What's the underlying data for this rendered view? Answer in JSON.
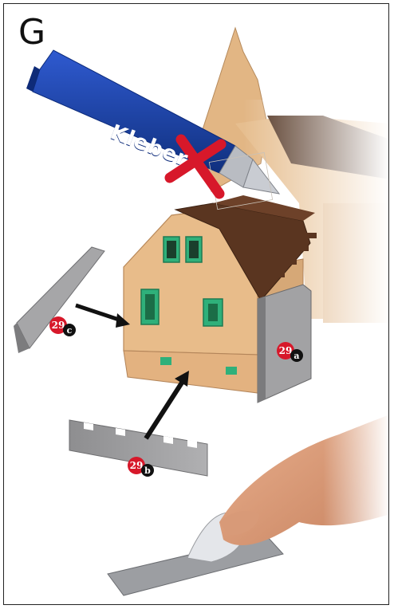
{
  "step": {
    "letter": "G"
  },
  "glue_tube": {
    "text": "Kleber",
    "icon": "cross-out-icon",
    "tube_color": "#1b3fa8",
    "cross_color": "#d7182a"
  },
  "parts": [
    {
      "number": "29",
      "letter": "a"
    },
    {
      "number": "29",
      "letter": "b"
    },
    {
      "number": "29",
      "letter": "c"
    }
  ],
  "colors": {
    "wood": "#e6b987",
    "roof": "#5a3520",
    "window": "#2fb07a",
    "plate": "#9a9a9c",
    "badge": "#d7182a"
  }
}
